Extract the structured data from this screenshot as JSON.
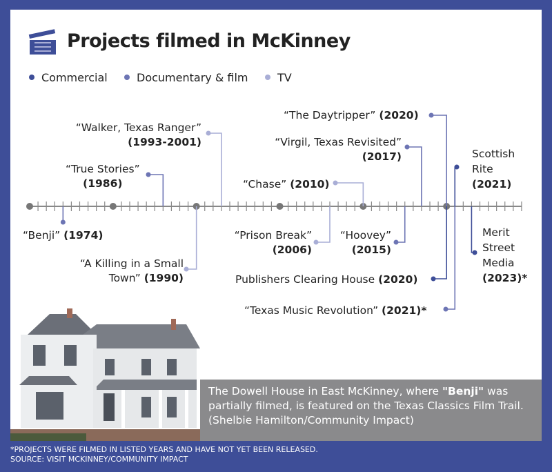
{
  "title": "Projects filmed in McKinney",
  "legend": [
    {
      "label": "Commercial",
      "color": "#3e4e98"
    },
    {
      "label": "Documentary & film",
      "color": "#6d75b4"
    },
    {
      "label": "TV",
      "color": "#a9aed6"
    }
  ],
  "chart_data": {
    "type": "timeline",
    "axis_range": [
      1970,
      2030
    ],
    "projects": [
      {
        "title": "“Benji”",
        "year_label": "(1974)",
        "year": 1974,
        "category": "Documentary & film"
      },
      {
        "title": "“True Stories”",
        "year_label": "(1986)",
        "year": 1986,
        "category": "Documentary & film"
      },
      {
        "title": "“A Killing in a Small Town”",
        "year_label": "(1990)",
        "year": 1990,
        "category": "TV"
      },
      {
        "title": "“Walker, Texas Ranger”",
        "year_label": "(1993-2001)",
        "year": 1993,
        "category": "TV"
      },
      {
        "title": "“Prison Break”",
        "year_label": "(2006)",
        "year": 2006,
        "category": "TV"
      },
      {
        "title": "“Chase”",
        "year_label": "(2010)",
        "year": 2010,
        "category": "TV"
      },
      {
        "title": "“Hoovey”",
        "year_label": "(2015)",
        "year": 2015,
        "category": "Documentary & film"
      },
      {
        "title": "“Virgil, Texas Revisited”",
        "year_label": "(2017)",
        "year": 2017,
        "category": "Documentary & film"
      },
      {
        "title": "“The Daytripper”",
        "year_label": "(2020)",
        "year": 2020,
        "category": "Documentary & film"
      },
      {
        "title": "Publishers Clearing House",
        "year_label": "(2020)",
        "year": 2020,
        "category": "Commercial"
      },
      {
        "title": "Scottish Rite",
        "year_label": "(2021)",
        "year": 2021,
        "category": "Commercial"
      },
      {
        "title": "“Texas Music Revolution”",
        "year_label": "(2021)*",
        "year": 2021,
        "category": "Documentary & film"
      },
      {
        "title": "Merit Street Media",
        "year_label": "(2023)*",
        "year": 2023,
        "category": "Commercial"
      }
    ]
  },
  "caption": {
    "pre": "The Dowell House in East McKinney, where ",
    "bold": "\"Benji\"",
    "post": " was partially filmed, is featured on the Texas Classics Film Trail. (Shelbie Hamilton/Community Impact)"
  },
  "footer": {
    "note": "*PROJECTS WERE FILMED IN LISTED YEARS AND HAVE NOT YET BEEN RELEASED.",
    "source": "SOURCE: VISIT MCKINNEY/COMMUNITY IMPACT"
  }
}
